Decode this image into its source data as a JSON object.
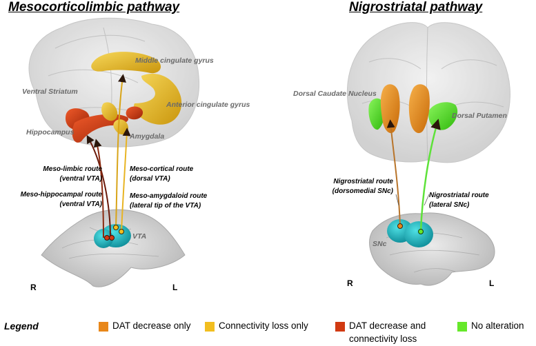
{
  "titles": {
    "left": "Mesocorticolimbic pathway",
    "right": "Nigrostriatal pathway"
  },
  "regions_left": {
    "middle_cingulate": "Middle cingulate gyrus",
    "ventral_striatum": "Ventral Striatum",
    "anterior_cingulate": "Anterior cingulate gyrus",
    "hippocampus": "Hippocampus",
    "amygdala": "Amygdala",
    "vta": "VTA"
  },
  "regions_right": {
    "dorsal_caudate": "Dorsal Caudate Nucleus",
    "dorsal_putamen": "Dorsal Putamen",
    "snc": "SNc"
  },
  "routes_left": {
    "meso_limbic": [
      "Meso-limbic route",
      "(ventral VTA)"
    ],
    "meso_hippocampal": [
      "Meso-hippocampal route",
      "(ventral VTA)"
    ],
    "meso_cortical": [
      "Meso-cortical route",
      "(dorsal VTA)"
    ],
    "meso_amygdaloid": [
      "Meso-amygdaloid route",
      "(lateral tip of the VTA)"
    ]
  },
  "routes_right": {
    "dorsomedial": [
      "Nigrostriatal route",
      "(dorsomedial SNc)"
    ],
    "lateral": [
      "Nigrostriatal route",
      "(lateral SNc)"
    ]
  },
  "sides": {
    "left_R": "R",
    "left_L": "L",
    "right_R": "R",
    "right_L": "L"
  },
  "legend": {
    "title": "Legend",
    "items": [
      {
        "label": "DAT decrease only",
        "color": "#e8871a"
      },
      {
        "label": "Connectivity loss only",
        "color": "#f2be1f"
      },
      {
        "label_line1": "DAT decrease and",
        "label_line2": "connectivity loss",
        "color": "#d13a12"
      },
      {
        "label": "No alteration",
        "color": "#66e82a"
      }
    ]
  }
}
